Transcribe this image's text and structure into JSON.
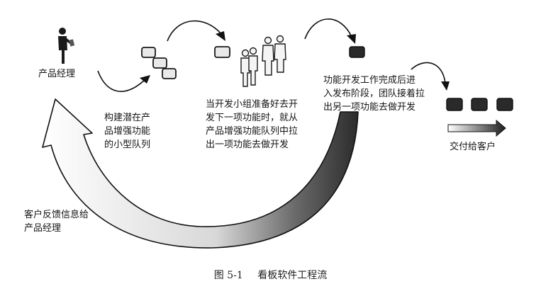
{
  "labels": {
    "product_manager": "产品经理",
    "backlog": "构建潜在产\n品增强功能\n的小型队列",
    "pull_feature": "当开发小组准备好去开\n发下一项功能时，就从\n产品增强功能队列中拉\n出一项功能去做开发",
    "release": "功能开发工作完成后进\n入发布阶段，团队接着拉\n出另一项功能去做开发",
    "deliver": "交付给客户",
    "feedback": "客户反馈信息给\n产品经理"
  },
  "caption": {
    "number": "图 5-1",
    "title": "看板软件工程流"
  },
  "colors": {
    "ink": "#151515",
    "card_light": "#e9e9e9",
    "card_dark": "#2a2a2a",
    "arrow_dark": "#3a3a3a"
  },
  "icons": [
    "person-icon",
    "team-icon",
    "card-icon",
    "arrow-icon"
  ]
}
